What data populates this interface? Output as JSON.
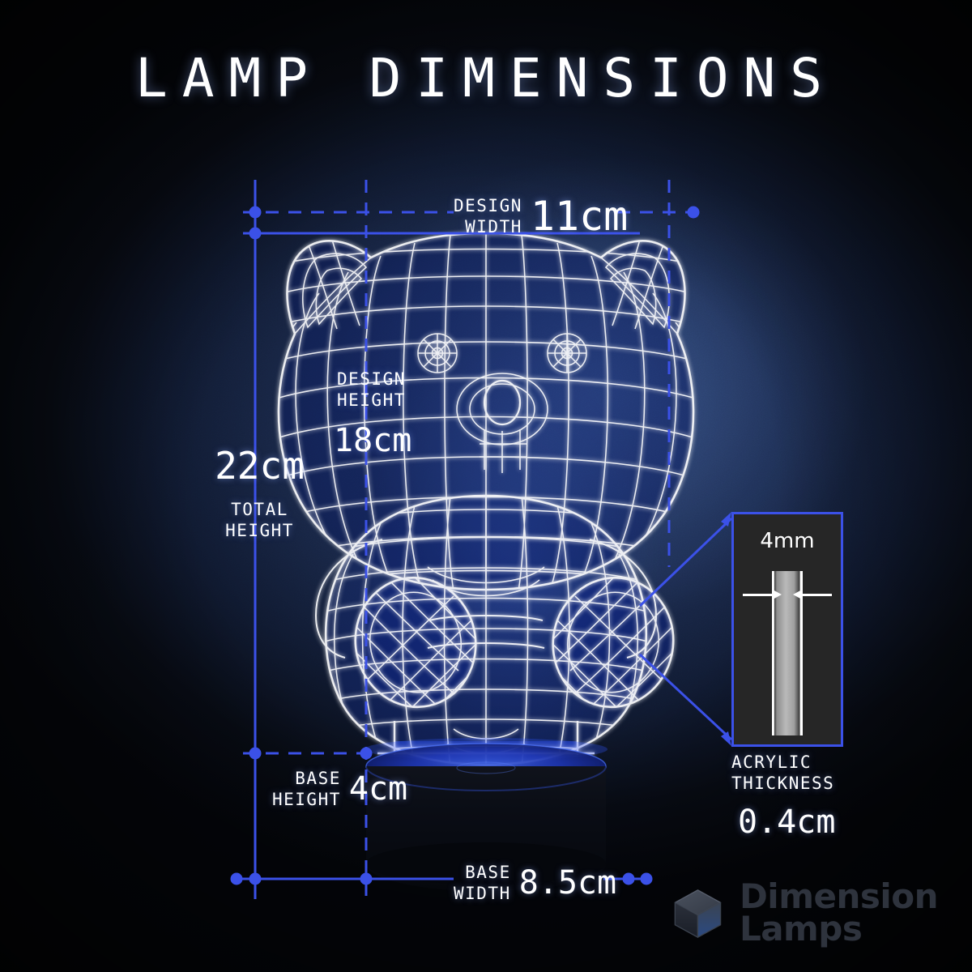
{
  "title": "LAMP DIMENSIONS",
  "theme": {
    "accent_blue": "#3b51e8",
    "wire_white": "#ffffff",
    "glow_blue": "#2a44c8",
    "background_dark": "#05070c",
    "background_navy": "#1b2a4c",
    "logo_gray": "#2e333d",
    "panel_bg": "#262626"
  },
  "dimensions": {
    "design_width": {
      "label_line1": "DESIGN",
      "label_line2": "WIDTH",
      "value": "11cm"
    },
    "design_height": {
      "label_line1": "DESIGN",
      "label_line2": "HEIGHT",
      "value": "18cm"
    },
    "total_height": {
      "value": "22cm",
      "label_line1": "TOTAL",
      "label_line2": "HEIGHT"
    },
    "base_height": {
      "label_line1": "BASE",
      "label_line2": "HEIGHT",
      "value": "4cm"
    },
    "base_width": {
      "label_line1": "BASE",
      "label_line2": "WIDTH",
      "value": "8.5cm"
    }
  },
  "detail_panel": {
    "callout_value": "4mm",
    "caption_line1": "ACRYLIC",
    "caption_line2": "THICKNESS",
    "caption_value": "0.4cm"
  },
  "logo": {
    "line1": "Dimension",
    "line2": "Lamps",
    "icon": "cube-icon"
  },
  "subject": {
    "name": "teddy-bear-wireframe-lamp",
    "base_shape": "cylinder",
    "panel_material": "acrylic"
  }
}
